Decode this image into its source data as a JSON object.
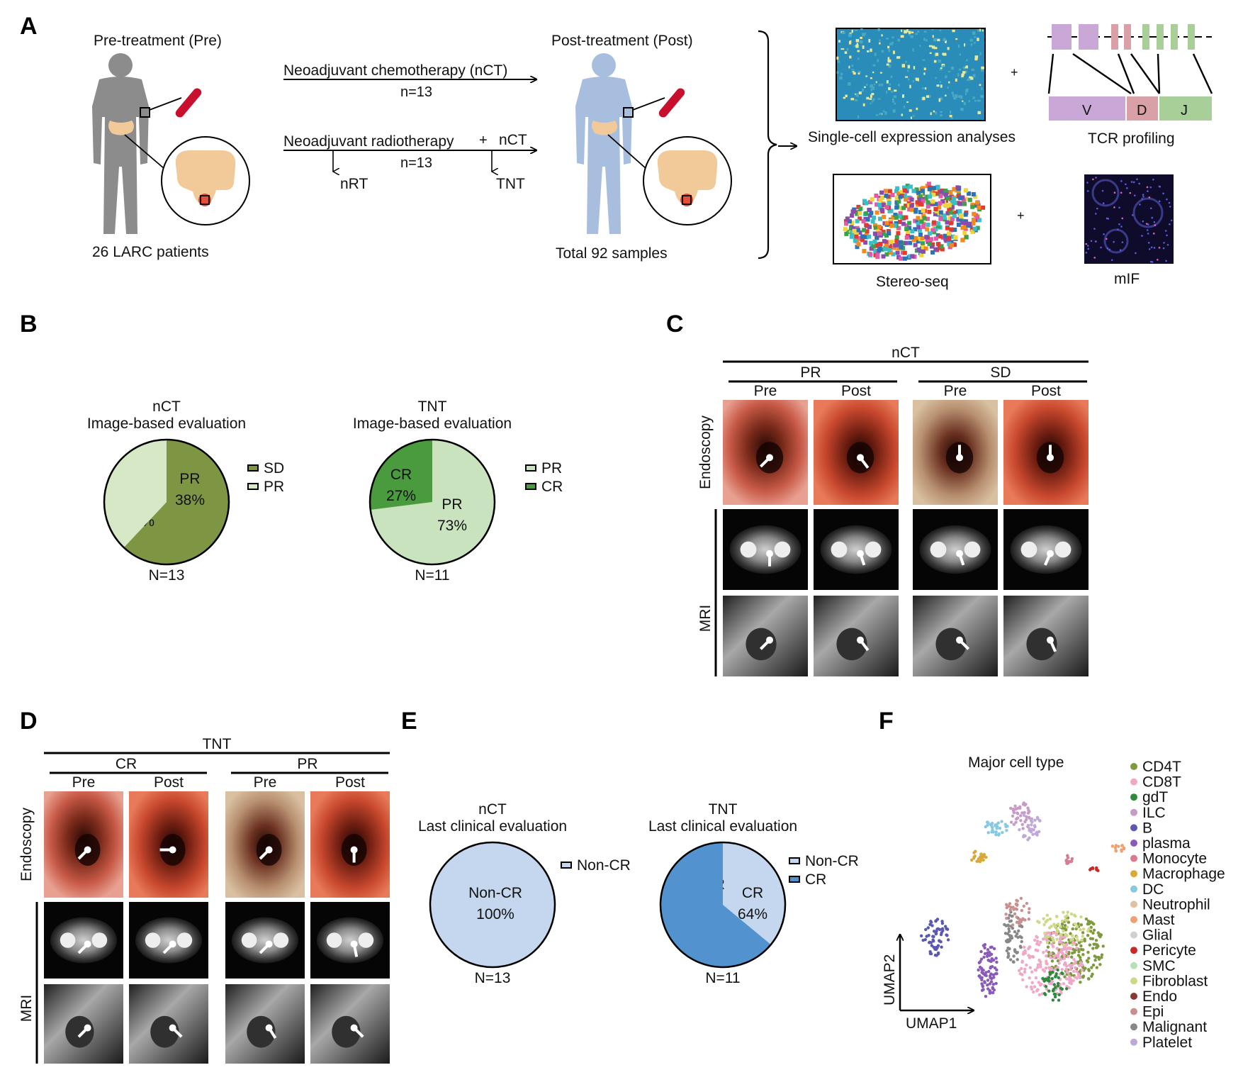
{
  "panel_letters": [
    "A",
    "B",
    "C",
    "D",
    "E",
    "F"
  ],
  "panelA": {
    "pre_title": "Pre-treatment (Pre)",
    "post_title": "Post-treatment (Post)",
    "arm1_label": "Neoadjuvant chemotherapy (nCT)",
    "arm1_n": "n=13",
    "arm2_label": "Neoadjuvant radiotherapy",
    "arm2_plus": "+",
    "arm2_nct": "nCT",
    "arm2_n": "n=13",
    "arm2_branch_left": "nRT",
    "arm2_branch_right": "TNT",
    "patients": "26 LARC patients",
    "samples": "Total 92 samples",
    "sc_label": "Single-cell expression analyses",
    "tcr_label": "TCR profiling",
    "tcr_segments": [
      "V",
      "D",
      "J"
    ],
    "plus": "+",
    "stereo_label": "Stereo-seq",
    "mif_label": "mIF",
    "colors": {
      "body_pre": "#8c8c8c",
      "body_post": "#a8bedf",
      "colon": "#f2c998",
      "tumor": "#e0503c",
      "tube": "#c8102e",
      "seg_v": "#c9a8d8",
      "seg_d": "#d9a0a8",
      "seg_j": "#a8cf98"
    }
  },
  "panelB": {
    "chart_data": [
      {
        "type": "pie",
        "title": "nCT",
        "subtitle": "Image-based evaluation",
        "n_label": "N=13",
        "slices": [
          {
            "label": "SD",
            "value": 62,
            "text": "62%",
            "color": "#7e9644"
          },
          {
            "label": "PR",
            "value": 38,
            "text": "38%",
            "color": "#d6e8c6"
          }
        ],
        "legend": [
          "SD",
          "PR"
        ]
      },
      {
        "type": "pie",
        "title": "TNT",
        "subtitle": "Image-based evaluation",
        "n_label": "N=11",
        "slices": [
          {
            "label": "PR",
            "value": 73,
            "text": "73%",
            "color": "#c9e3bf"
          },
          {
            "label": "CR",
            "value": 27,
            "text": "27%",
            "color": "#4a9a3e"
          }
        ],
        "legend": [
          "PR",
          "CR"
        ]
      }
    ]
  },
  "panelC": {
    "top": "nCT",
    "groups": [
      "PR",
      "SD"
    ],
    "cols": [
      "Pre",
      "Post",
      "Pre",
      "Post"
    ],
    "rows": [
      "Endoscopy",
      "MRI"
    ]
  },
  "panelD": {
    "top": "TNT",
    "groups": [
      "CR",
      "PR"
    ],
    "cols": [
      "Pre",
      "Post",
      "Pre",
      "Post"
    ],
    "rows": [
      "Endoscopy",
      "MRI"
    ]
  },
  "panelE": {
    "chart_data": [
      {
        "type": "pie",
        "title": "nCT",
        "subtitle": "Last clinical evaluation",
        "n_label": "N=13",
        "slices": [
          {
            "label": "Non-CR",
            "value": 100,
            "text": "100%",
            "color": "#c4d7ee"
          }
        ],
        "legend": [
          "Non-CR"
        ]
      },
      {
        "type": "pie",
        "title": "TNT",
        "subtitle": "Last clinical evaluation",
        "n_label": "N=11",
        "slices": [
          {
            "label": "Non-CR",
            "value": 36,
            "text": "36%",
            "color": "#c4d7ee"
          },
          {
            "label": "CR",
            "value": 64,
            "text": "64%",
            "color": "#5293cf"
          }
        ],
        "legend": [
          "Non-CR",
          "CR"
        ]
      }
    ]
  },
  "panelF": {
    "title": "Major cell type",
    "x_axis": "UMAP1",
    "y_axis": "UMAP2",
    "legend": [
      {
        "name": "CD4T",
        "color": "#7e9a3e"
      },
      {
        "name": "CD8T",
        "color": "#f0a8c8"
      },
      {
        "name": "gdT",
        "color": "#2e8b3e"
      },
      {
        "name": "ILC",
        "color": "#c89ac8"
      },
      {
        "name": "B",
        "color": "#5a58b0"
      },
      {
        "name": "plasma",
        "color": "#8a5ab8"
      },
      {
        "name": "Monocyte",
        "color": "#d87a90"
      },
      {
        "name": "Macrophage",
        "color": "#d8a838"
      },
      {
        "name": "DC",
        "color": "#88c8e0"
      },
      {
        "name": "Neutrophil",
        "color": "#e0c0a0"
      },
      {
        "name": "Mast",
        "color": "#f0a070"
      },
      {
        "name": "Glial",
        "color": "#d0d0d0"
      },
      {
        "name": "Pericyte",
        "color": "#c82828"
      },
      {
        "name": "SMC",
        "color": "#b8e0b8"
      },
      {
        "name": "Fibroblast",
        "color": "#d0d888"
      },
      {
        "name": "Endo",
        "color": "#8a3a30"
      },
      {
        "name": "Epi",
        "color": "#c89090"
      },
      {
        "name": "Malignant",
        "color": "#888888"
      },
      {
        "name": "Platelet",
        "color": "#c0a8d8"
      }
    ]
  }
}
